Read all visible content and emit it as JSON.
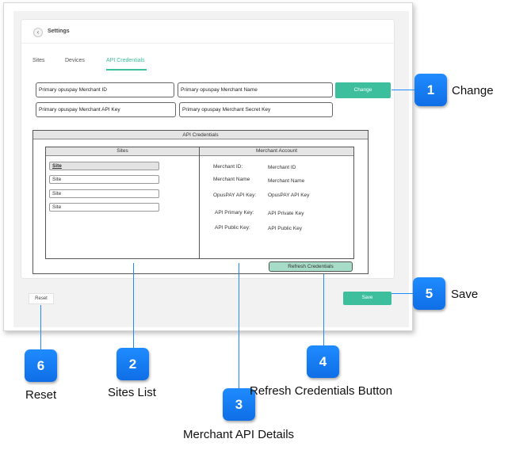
{
  "settings": {
    "title": "Settings",
    "tabs": [
      "Sites",
      "Devices",
      "API Credentials"
    ],
    "fields": {
      "merchant_id": "Primary opuspay Merchant ID",
      "merchant_name": "Primary opuspay Merchant Name",
      "merchant_api_key": "Primary opuspay Merchant API Key",
      "merchant_secret_key": "Primary opuspay Merchant Secret Key"
    },
    "change_label": "Change",
    "group_title": "API Credentials",
    "sites_header": "Sites",
    "merchant_header": "Merchant Account",
    "sites": [
      "Site",
      "Site",
      "Site",
      "Site"
    ],
    "details": [
      {
        "label": "Merchant ID:",
        "value": "Merchant ID"
      },
      {
        "label": "Merchant Name",
        "value": "Merchant Name"
      },
      {
        "label": "OpusPAY API Key:",
        "value": "OpusPAY API Key"
      },
      {
        "label": "API Primary Key:",
        "value": "API Private Key"
      },
      {
        "label": "API Public Key:",
        "value": "API Public Key"
      }
    ],
    "refresh_label": "Refresh Credentials",
    "reset_label": "Reset",
    "save_label": "Save"
  },
  "callouts": [
    {
      "number": "1",
      "label": "Change"
    },
    {
      "number": "2",
      "label": "Sites List"
    },
    {
      "number": "3",
      "label": "Merchant API Details"
    },
    {
      "number": "4",
      "label": "Refresh Credentials Button"
    },
    {
      "number": "5",
      "label": "Save"
    },
    {
      "number": "6",
      "label": "Reset"
    }
  ],
  "colors": {
    "accent": "#3dbf9e",
    "callout": "#1f8bff"
  }
}
